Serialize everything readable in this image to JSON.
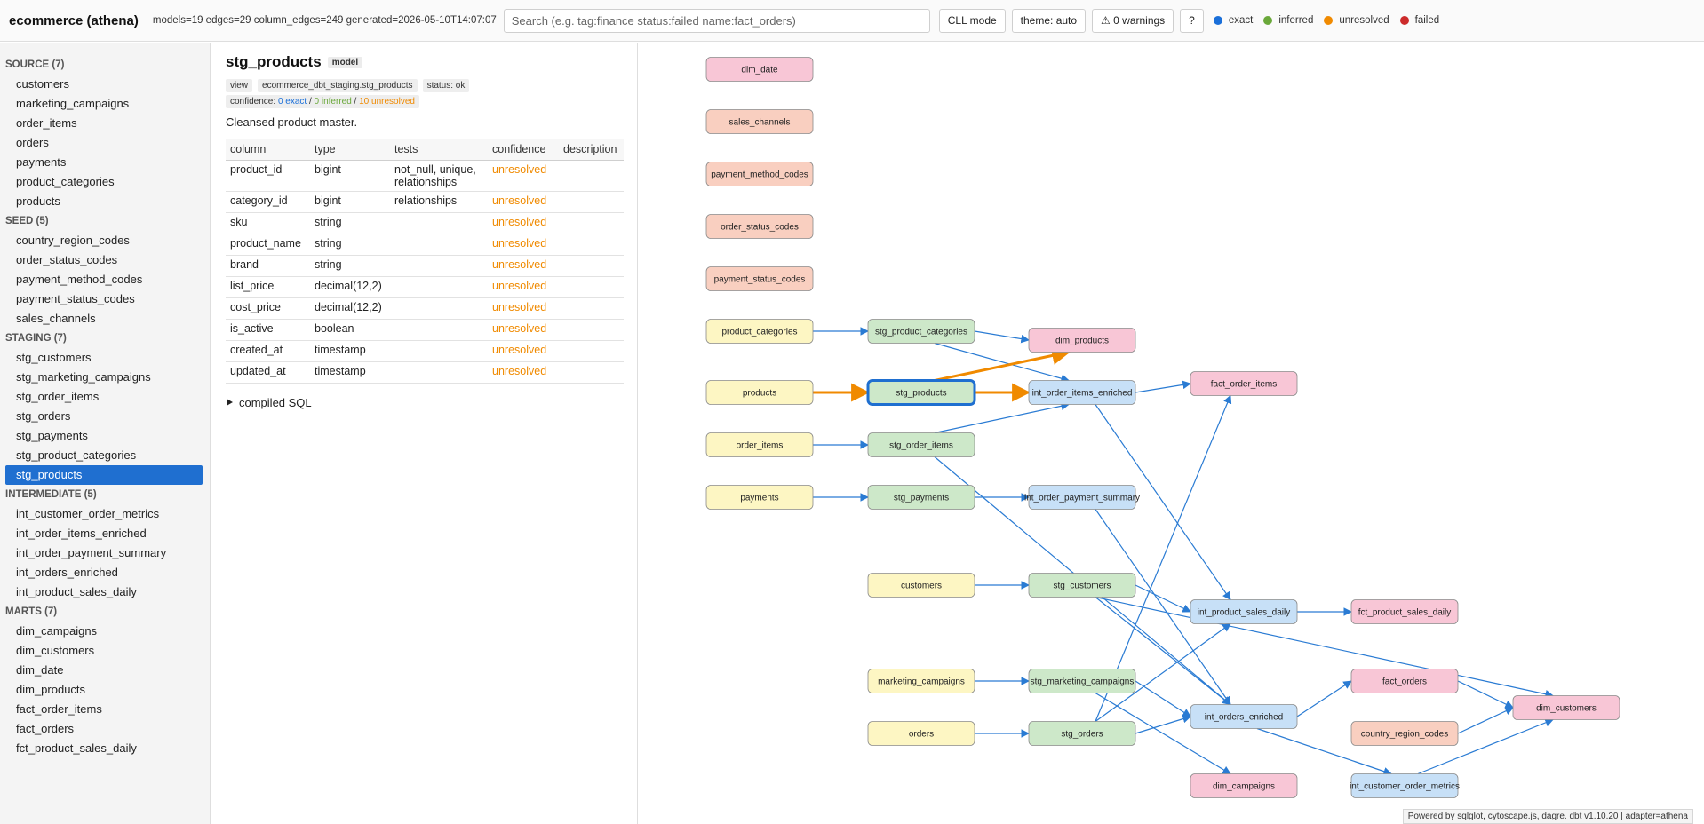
{
  "header": {
    "title": "ecommerce (athena)",
    "stats": "models=19 edges=29 column_edges=249 generated=2026-05-10T14:07:07",
    "search_placeholder": "Search (e.g. tag:finance status:failed name:fact_orders)",
    "cll_button": "CLL mode",
    "theme_button": "theme: auto",
    "warnings_button": "⚠ 0 warnings",
    "help_button": "?",
    "legend": [
      {
        "label": "exact",
        "color": "#1a6fd9"
      },
      {
        "label": "inferred",
        "color": "#6aa83a"
      },
      {
        "label": "unresolved",
        "color": "#f08a00"
      },
      {
        "label": "failed",
        "color": "#cc2b2b"
      }
    ]
  },
  "sidebar": {
    "groups": [
      {
        "title": "SOURCE (7)",
        "items": [
          "customers",
          "marketing_campaigns",
          "order_items",
          "orders",
          "payments",
          "product_categories",
          "products"
        ]
      },
      {
        "title": "SEED (5)",
        "items": [
          "country_region_codes",
          "order_status_codes",
          "payment_method_codes",
          "payment_status_codes",
          "sales_channels"
        ]
      },
      {
        "title": "STAGING (7)",
        "items": [
          "stg_customers",
          "stg_marketing_campaigns",
          "stg_order_items",
          "stg_orders",
          "stg_payments",
          "stg_product_categories",
          "stg_products"
        ]
      },
      {
        "title": "INTERMEDIATE (5)",
        "items": [
          "int_customer_order_metrics",
          "int_order_items_enriched",
          "int_order_payment_summary",
          "int_orders_enriched",
          "int_product_sales_daily"
        ]
      },
      {
        "title": "MARTS (7)",
        "items": [
          "dim_campaigns",
          "dim_customers",
          "dim_date",
          "dim_products",
          "fact_order_items",
          "fact_orders",
          "fct_product_sales_daily"
        ]
      }
    ],
    "active_item": "stg_products"
  },
  "detail": {
    "title": "stg_products",
    "kind": "model",
    "materialization": "view",
    "relation": "ecommerce_dbt_staging.stg_products",
    "status": "status: ok",
    "confidence_prefix": "confidence: ",
    "confidence_exact": "0 exact",
    "confidence_sep1": " / ",
    "confidence_inferred": "0 inferred",
    "confidence_sep2": " / ",
    "confidence_unresolved": "10 unresolved",
    "description": "Cleansed product master.",
    "table_headers": [
      "column",
      "type",
      "tests",
      "confidence",
      "description"
    ],
    "columns": [
      {
        "name": "product_id",
        "type": "bigint",
        "tests": "not_null, unique, relationships",
        "confidence": "unresolved",
        "description": ""
      },
      {
        "name": "category_id",
        "type": "bigint",
        "tests": "relationships",
        "confidence": "unresolved",
        "description": ""
      },
      {
        "name": "sku",
        "type": "string",
        "tests": "",
        "confidence": "unresolved",
        "description": ""
      },
      {
        "name": "product_name",
        "type": "string",
        "tests": "",
        "confidence": "unresolved",
        "description": ""
      },
      {
        "name": "brand",
        "type": "string",
        "tests": "",
        "confidence": "unresolved",
        "description": ""
      },
      {
        "name": "list_price",
        "type": "decimal(12,2)",
        "tests": "",
        "confidence": "unresolved",
        "description": ""
      },
      {
        "name": "cost_price",
        "type": "decimal(12,2)",
        "tests": "",
        "confidence": "unresolved",
        "description": ""
      },
      {
        "name": "is_active",
        "type": "boolean",
        "tests": "",
        "confidence": "unresolved",
        "description": ""
      },
      {
        "name": "created_at",
        "type": "timestamp",
        "tests": "",
        "confidence": "unresolved",
        "description": ""
      },
      {
        "name": "updated_at",
        "type": "timestamp",
        "tests": "",
        "confidence": "unresolved",
        "description": ""
      }
    ],
    "compiled_sql_label": "compiled SQL"
  },
  "graph": {
    "colors": {
      "source": "#fdf6c3",
      "seed": "#f9cfc0",
      "staging": "#cde8c9",
      "intermediate": "#c7e0f7",
      "mart": "#f8c6d6",
      "edge": "#2a7bd3",
      "edge_highlight": "#f08a00",
      "selected_border": "#1f6fd0"
    },
    "nodes": [
      {
        "id": "dim_date",
        "label": "dim_date",
        "kind": "mart"
      },
      {
        "id": "sales_channels",
        "label": "sales_channels",
        "kind": "seed"
      },
      {
        "id": "payment_method_codes",
        "label": "payment_method_codes",
        "kind": "seed"
      },
      {
        "id": "order_status_codes",
        "label": "order_status_codes",
        "kind": "seed"
      },
      {
        "id": "payment_status_codes",
        "label": "payment_status_codes",
        "kind": "seed"
      },
      {
        "id": "product_categories",
        "label": "product_categories",
        "kind": "source"
      },
      {
        "id": "products",
        "label": "products",
        "kind": "source"
      },
      {
        "id": "order_items",
        "label": "order_items",
        "kind": "source"
      },
      {
        "id": "payments",
        "label": "payments",
        "kind": "source"
      },
      {
        "id": "stg_product_categories",
        "label": "stg_product_categories",
        "kind": "staging"
      },
      {
        "id": "stg_products",
        "label": "stg_products",
        "kind": "staging",
        "selected": true
      },
      {
        "id": "stg_order_items",
        "label": "stg_order_items",
        "kind": "staging"
      },
      {
        "id": "stg_payments",
        "label": "stg_payments",
        "kind": "staging"
      },
      {
        "id": "customers",
        "label": "customers",
        "kind": "source"
      },
      {
        "id": "marketing_campaigns",
        "label": "marketing_campaigns",
        "kind": "source"
      },
      {
        "id": "orders",
        "label": "orders",
        "kind": "source"
      },
      {
        "id": "dim_products",
        "label": "dim_products",
        "kind": "mart"
      },
      {
        "id": "int_order_items_enriched",
        "label": "int_order_items_enriched",
        "kind": "intermediate"
      },
      {
        "id": "int_order_payment_summary",
        "label": "int_order_payment_summary",
        "kind": "intermediate"
      },
      {
        "id": "stg_customers",
        "label": "stg_customers",
        "kind": "staging"
      },
      {
        "id": "stg_marketing_campaigns",
        "label": "stg_marketing_campaigns",
        "kind": "staging"
      },
      {
        "id": "stg_orders",
        "label": "stg_orders",
        "kind": "staging"
      },
      {
        "id": "fact_order_items",
        "label": "fact_order_items",
        "kind": "mart"
      },
      {
        "id": "int_product_sales_daily",
        "label": "int_product_sales_daily",
        "kind": "intermediate"
      },
      {
        "id": "int_orders_enriched",
        "label": "int_orders_enriched",
        "kind": "intermediate"
      },
      {
        "id": "dim_campaigns",
        "label": "dim_campaigns",
        "kind": "mart"
      },
      {
        "id": "fct_product_sales_daily",
        "label": "fct_product_sales_daily",
        "kind": "mart"
      },
      {
        "id": "fact_orders",
        "label": "fact_orders",
        "kind": "mart"
      },
      {
        "id": "country_region_codes",
        "label": "country_region_codes",
        "kind": "seed"
      },
      {
        "id": "int_customer_order_metrics",
        "label": "int_customer_order_metrics",
        "kind": "intermediate"
      },
      {
        "id": "dim_customers",
        "label": "dim_customers",
        "kind": "mart"
      }
    ],
    "edges": [
      {
        "from": "product_categories",
        "to": "stg_product_categories"
      },
      {
        "from": "products",
        "to": "stg_products",
        "highlight": true
      },
      {
        "from": "order_items",
        "to": "stg_order_items"
      },
      {
        "from": "payments",
        "to": "stg_payments"
      },
      {
        "from": "customers",
        "to": "stg_customers"
      },
      {
        "from": "marketing_campaigns",
        "to": "stg_marketing_campaigns"
      },
      {
        "from": "orders",
        "to": "stg_orders"
      },
      {
        "from": "stg_product_categories",
        "to": "dim_products"
      },
      {
        "from": "stg_product_categories",
        "to": "int_order_items_enriched"
      },
      {
        "from": "stg_products",
        "to": "dim_products",
        "highlight": true
      },
      {
        "from": "stg_products",
        "to": "int_order_items_enriched",
        "highlight": true
      },
      {
        "from": "stg_order_items",
        "to": "int_order_items_enriched"
      },
      {
        "from": "stg_order_items",
        "to": "int_orders_enriched"
      },
      {
        "from": "stg_payments",
        "to": "int_order_payment_summary"
      },
      {
        "from": "int_order_items_enriched",
        "to": "fact_order_items"
      },
      {
        "from": "int_order_items_enriched",
        "to": "int_product_sales_daily"
      },
      {
        "from": "int_order_payment_summary",
        "to": "int_orders_enriched"
      },
      {
        "from": "stg_customers",
        "to": "int_product_sales_daily"
      },
      {
        "from": "stg_customers",
        "to": "int_orders_enriched"
      },
      {
        "from": "stg_customers",
        "to": "dim_customers"
      },
      {
        "from": "stg_marketing_campaigns",
        "to": "int_orders_enriched"
      },
      {
        "from": "stg_marketing_campaigns",
        "to": "dim_campaigns"
      },
      {
        "from": "stg_orders",
        "to": "fact_order_items"
      },
      {
        "from": "stg_orders",
        "to": "int_product_sales_daily"
      },
      {
        "from": "stg_orders",
        "to": "int_orders_enriched"
      },
      {
        "from": "int_product_sales_daily",
        "to": "fct_product_sales_daily"
      },
      {
        "from": "int_orders_enriched",
        "to": "fact_orders"
      },
      {
        "from": "int_orders_enriched",
        "to": "int_customer_order_metrics"
      },
      {
        "from": "fact_orders",
        "to": "dim_customers"
      },
      {
        "from": "country_region_codes",
        "to": "dim_customers"
      },
      {
        "from": "int_customer_order_metrics",
        "to": "dim_customers"
      }
    ],
    "powered_by": "Powered by sqlglot, cytoscape.js, dagre. dbt v1.10.20 | adapter=athena"
  }
}
